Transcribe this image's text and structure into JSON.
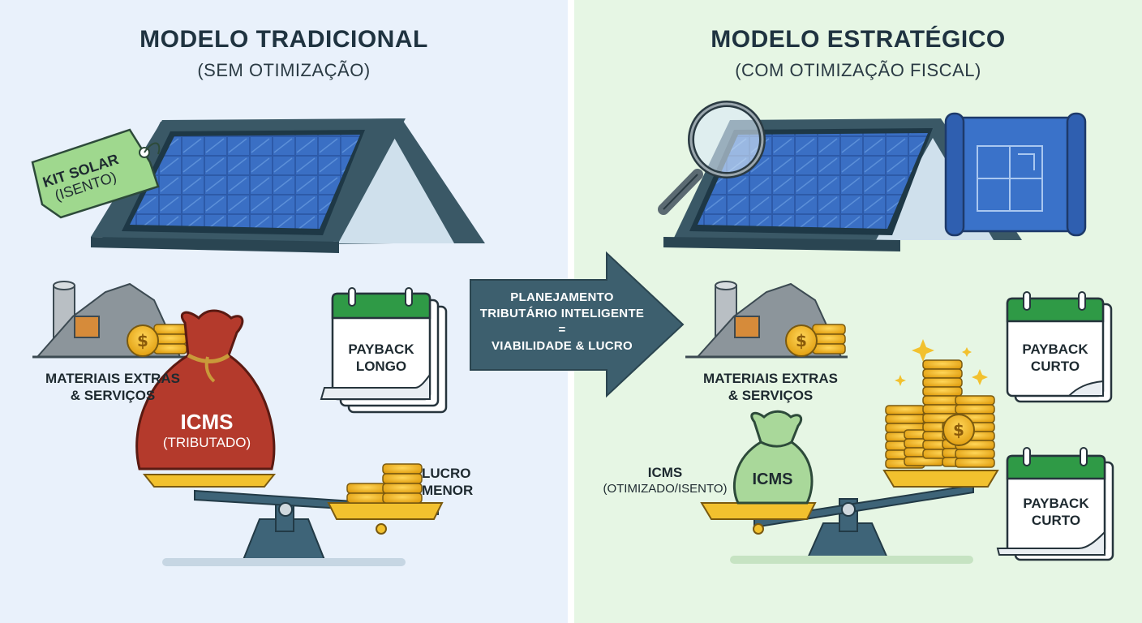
{
  "left": {
    "title": "MODELO TRADICIONAL",
    "subtitle": "(SEM OTIMIZAÇÃO)",
    "tag_line1": "KIT SOLAR",
    "tag_line2": "(ISENTO)",
    "materials_line1": "MATERIAIS EXTRAS",
    "materials_line2": "& SERVIÇOS",
    "bag_line1": "ICMS",
    "bag_line2": "(TRIBUTADO)",
    "profit_line1": "LUCRO",
    "profit_line2": "MENOR",
    "calendar_line1": "PAYBACK",
    "calendar_line2": "LONGO"
  },
  "arrow": {
    "line1": "PLANEJAMENTO",
    "line2": "TRIBUTÁRIO INTELIGENTE",
    "line3": "=",
    "line4": "VIABILIDADE & LUCRO"
  },
  "right": {
    "title": "MODELO ESTRATÉGICO",
    "subtitle": "(COM OTIMIZAÇÃO FISCAL)",
    "materials_line1": "MATERIAIS EXTRAS",
    "materials_line2": "& SERVIÇOS",
    "icms_label_line1": "ICMS",
    "icms_label_line2": "(OTIMIZADO/ISENTO)",
    "bag_text": "ICMS",
    "calendar1_line1": "PAYBACK",
    "calendar1_line2": "CURTO",
    "calendar2_line1": "PAYBACK",
    "calendar2_line2": "CURTO"
  },
  "colors": {
    "left_bg": "#e9f1fb",
    "right_bg": "#e6f6e4",
    "arrow": "#3d5f6e",
    "bag_red": "#b43a2c",
    "bag_green": "#a9d89a",
    "coin": "#f2b21b",
    "panel_blue": "#2f5fb0",
    "calendar_green": "#2f9a46"
  }
}
